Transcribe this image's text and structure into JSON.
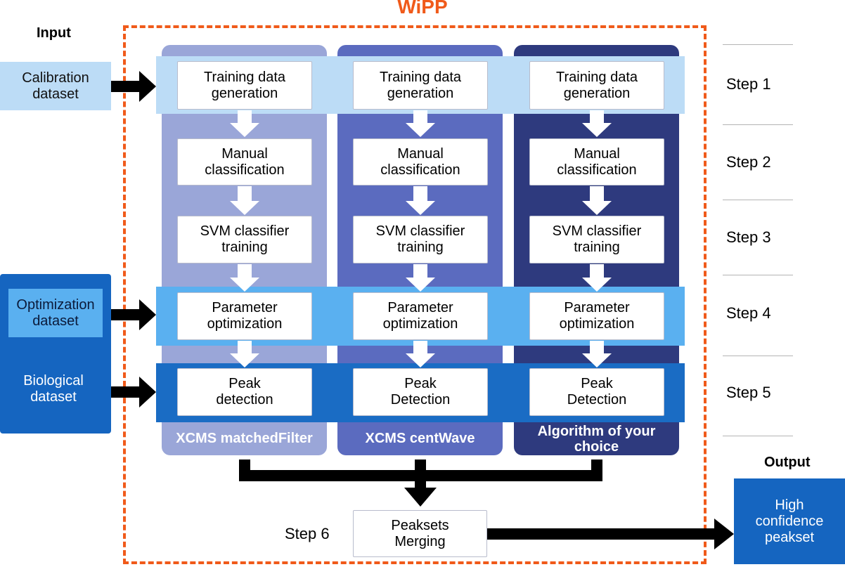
{
  "title": "WiPP",
  "input_header": "Input",
  "output_header": "Output",
  "inputs": {
    "calibration": "Calibration\ndataset",
    "optimization": "Optimization\ndataset",
    "biological": "Biological\ndataset"
  },
  "columns": [
    {
      "name": "XCMS matchedFilter",
      "color": "#9aa6d8",
      "steps": [
        "Training data\ngeneration",
        "Manual\nclassification",
        "SVM classifier\ntraining",
        "Parameter\noptimization",
        "Peak\ndetection"
      ]
    },
    {
      "name": "XCMS centWave",
      "color": "#5b6bbf",
      "steps": [
        "Training data\ngeneration",
        "Manual\nclassification",
        "SVM classifier\ntraining",
        "Parameter\noptimization",
        "Peak\nDetection"
      ]
    },
    {
      "name": "Algorithm of your\nchoice",
      "color": "#2e3a7e",
      "steps": [
        "Training data\ngeneration",
        "Manual\nclassification",
        "SVM classifier\ntraining",
        "Parameter\noptimization",
        "Peak\nDetection"
      ]
    }
  ],
  "steps": [
    "Step 1",
    "Step 2",
    "Step 3",
    "Step 4",
    "Step 5"
  ],
  "step6": "Step 6",
  "merge_box": "Peaksets\nMerging",
  "output_box": "High\nconfidence\npeakset",
  "colors": {
    "title_orange": "#f05a1a",
    "band_light": "#bcdcf6",
    "band_mid": "#5ab0f0",
    "band_dark": "#1a6cc4",
    "input_dark": "#1565c0",
    "output_blue": "#1565c0"
  }
}
